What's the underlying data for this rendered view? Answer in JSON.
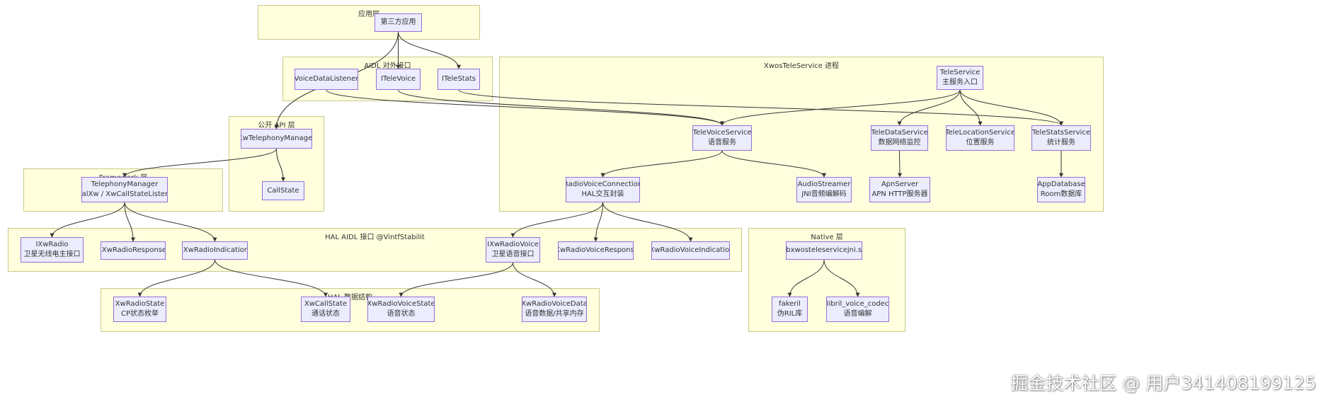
{
  "groups": {
    "app": "应用层",
    "aidl": "AIDL 对外接口",
    "xwos": "XwosTeleService 进程",
    "public_api": "公开 API 层",
    "framework": "Framework 层",
    "hal_aidl": "HAL AIDL 接口 @VintfStabilit",
    "native": "Native 层",
    "hal_data": "HAL 数据结构"
  },
  "nodes": {
    "third_party": [
      "第三方应用"
    ],
    "voice_data_listener": [
      "VoiceDataListener"
    ],
    "itele_voice": [
      "ITeleVoice"
    ],
    "itele_stats": [
      "ITeleStats"
    ],
    "tele_service": [
      "TeleService",
      "主服务入口"
    ],
    "xw_telephony_manager": [
      "XwTelephonyManager"
    ],
    "call_state": [
      "CallState"
    ],
    "telephony_manager": [
      "TelephonyManager",
      "dialXw / XwCallStateListene"
    ],
    "tele_voice_service": [
      "TeleVoiceService",
      "语音服务"
    ],
    "tele_data_service": [
      "TeleDataService",
      "数据网络监控"
    ],
    "tele_location_service": [
      "TeleLocationService",
      "位置服务"
    ],
    "tele_stats_service": [
      "TeleStatsService",
      "统计服务"
    ],
    "radio_voice_connection": [
      "RadioVoiceConnection",
      "HAL交互封装"
    ],
    "audio_streamer": [
      "AudioStreamer",
      "JNI音频编解码"
    ],
    "apn_server": [
      "ApnServer",
      "APN HTTP服务器"
    ],
    "app_database": [
      "AppDatabase",
      "Room数据库"
    ],
    "ixw_radio": [
      "IXwRadio",
      "卫星无线电主接口"
    ],
    "ixw_radio_response": [
      "IXwRadioResponse"
    ],
    "ixw_radio_indication": [
      "IXwRadioIndication"
    ],
    "ixw_radio_voice": [
      "IXwRadioVoice",
      "卫星语音接口"
    ],
    "ixw_radio_voice_response": [
      "IXwRadioVoiceResponse"
    ],
    "ixw_radio_voice_indication": [
      "IXwRadioVoiceIndication"
    ],
    "libxwos_jni": [
      "libxwosteleservicejni.so"
    ],
    "fakeril": [
      "fakeril",
      "伪RIL库"
    ],
    "libril_voice_codec": [
      "libril_voice_codec",
      "语音编解"
    ],
    "xw_radio_state": [
      "XwRadioState",
      "CP状态枚举"
    ],
    "xw_call_state": [
      "XwCallState",
      "通话状态"
    ],
    "xw_radio_voice_state": [
      "XwRadioVoiceState",
      "语音状态"
    ],
    "xw_radio_voice_data": [
      "XwRadioVoiceData",
      "语音数据/共享内存"
    ]
  },
  "edges": [
    [
      "third_party",
      "itele_voice"
    ],
    [
      "third_party",
      "itele_stats"
    ],
    [
      "third_party",
      "xw_telephony_manager"
    ],
    [
      "voice_data_listener",
      "tele_voice_service"
    ],
    [
      "itele_voice",
      "tele_voice_service"
    ],
    [
      "itele_stats",
      "tele_stats_service"
    ],
    [
      "tele_service",
      "tele_voice_service"
    ],
    [
      "tele_service",
      "tele_data_service"
    ],
    [
      "tele_service",
      "tele_location_service"
    ],
    [
      "tele_service",
      "tele_stats_service"
    ],
    [
      "xw_telephony_manager",
      "call_state"
    ],
    [
      "xw_telephony_manager",
      "telephony_manager"
    ],
    [
      "tele_voice_service",
      "radio_voice_connection"
    ],
    [
      "tele_voice_service",
      "audio_streamer"
    ],
    [
      "tele_data_service",
      "apn_server"
    ],
    [
      "tele_stats_service",
      "app_database"
    ],
    [
      "telephony_manager",
      "ixw_radio"
    ],
    [
      "telephony_manager",
      "ixw_radio_response"
    ],
    [
      "telephony_manager",
      "ixw_radio_indication"
    ],
    [
      "radio_voice_connection",
      "ixw_radio_voice"
    ],
    [
      "radio_voice_connection",
      "ixw_radio_voice_response"
    ],
    [
      "radio_voice_connection",
      "ixw_radio_voice_indication"
    ],
    [
      "ixw_radio_indication",
      "xw_radio_state"
    ],
    [
      "ixw_radio_indication",
      "xw_call_state"
    ],
    [
      "ixw_radio_voice",
      "xw_radio_voice_state"
    ],
    [
      "ixw_radio_voice",
      "xw_radio_voice_data"
    ],
    [
      "libxwos_jni",
      "fakeril"
    ],
    [
      "libxwos_jni",
      "libril_voice_codec"
    ]
  ],
  "watermark": "掘金技术社区 @ 用户341408199125",
  "colors": {
    "group_fill": "#ffffde",
    "group_border": "#c9c98a",
    "node_fill": "#ececff",
    "node_border": "#9370db",
    "edge": "#333333"
  }
}
